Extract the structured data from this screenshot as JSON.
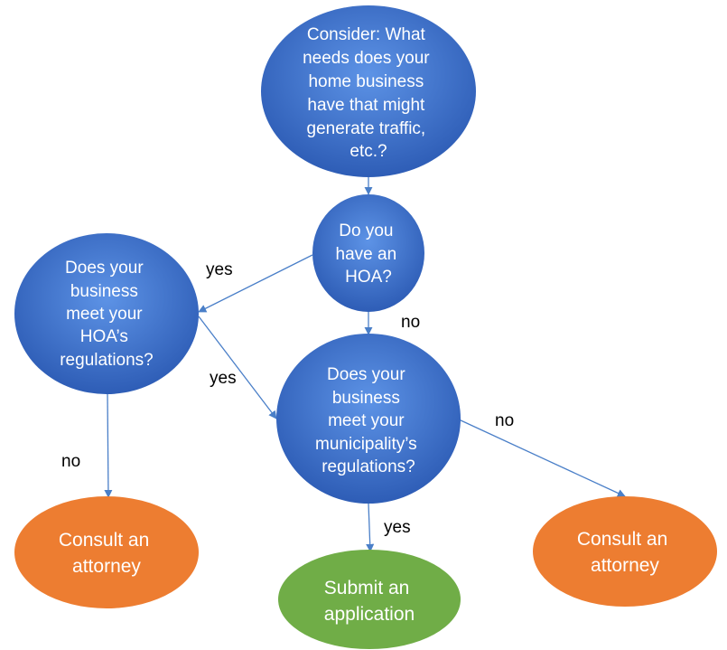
{
  "colors": {
    "blue_light": "#5b8fe0",
    "blue_dark": "#2f5fb8",
    "orange": "#ed7d31",
    "green": "#70ad47",
    "arrow": "#4a7fc8"
  },
  "nodes": {
    "consider": {
      "lines": [
        "Consider: What",
        "needs does your",
        "home business",
        "have that might",
        "generate traffic,",
        "etc.?"
      ]
    },
    "hoa_question": {
      "lines": [
        "Do you",
        "have an",
        "HOA?"
      ]
    },
    "hoa_regulations": {
      "lines": [
        "Does your",
        "business",
        "meet your",
        "HOA’s",
        "regulations?"
      ]
    },
    "municipality_regulations": {
      "lines": [
        "Does your",
        "business",
        "meet your",
        "municipality’s",
        "regulations?"
      ]
    },
    "attorney_left": {
      "lines": [
        "Consult an",
        "attorney"
      ]
    },
    "submit": {
      "lines": [
        "Submit an",
        "application"
      ]
    },
    "attorney_right": {
      "lines": [
        "Consult an",
        "attorney"
      ]
    }
  },
  "edge_labels": {
    "hoa_yes": "yes",
    "hoa_no": "no",
    "hoa_reg_yes": "yes",
    "hoa_reg_no": "no",
    "muni_yes": "yes",
    "muni_no": "no"
  }
}
